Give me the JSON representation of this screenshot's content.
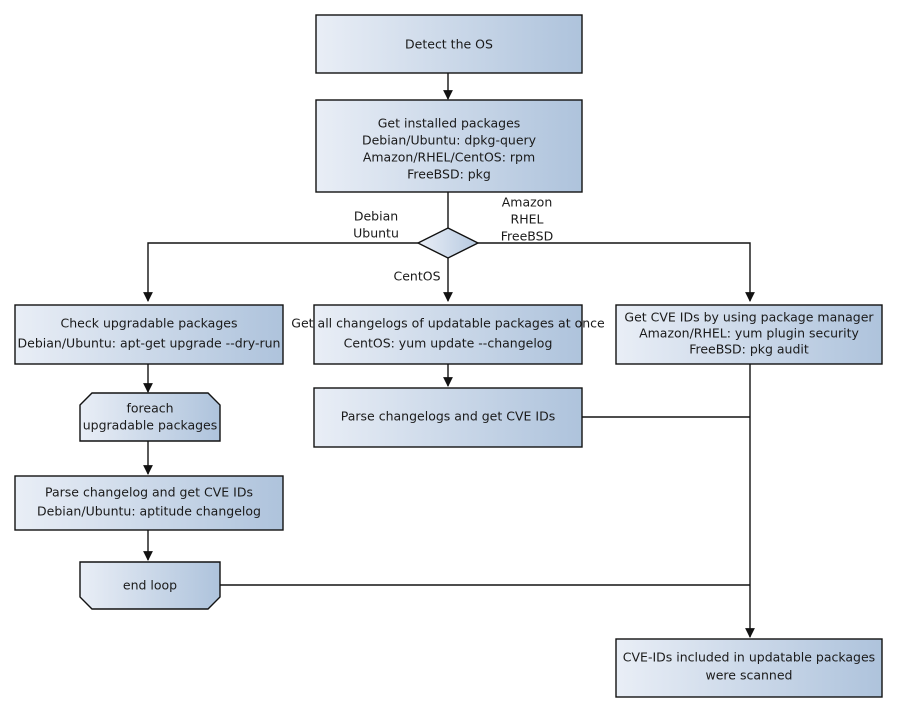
{
  "diagram": {
    "title": "OS package CVE scanning flowchart",
    "colors": {
      "gradient_start": "#e9eef6",
      "gradient_end": "#aec3dc",
      "stroke": "#121212",
      "text": "#1a1a1a",
      "background": "#ffffff"
    },
    "nodes": [
      {
        "id": "detect-os",
        "shape": "process",
        "lines": [
          "Detect the OS"
        ]
      },
      {
        "id": "get-installed-packages",
        "shape": "process",
        "lines": [
          "Get installed packages",
          "Debian/Ubuntu: dpkg-query",
          "Amazon/RHEL/CentOS: rpm",
          "FreeBSD: pkg"
        ]
      },
      {
        "id": "os-decision",
        "shape": "diamond",
        "lines": []
      },
      {
        "id": "check-upgradable-packages",
        "shape": "process",
        "lines": [
          "Check upgradable packages",
          "Debian/Ubuntu: apt-get upgrade --dry-run"
        ]
      },
      {
        "id": "get-all-changelogs",
        "shape": "process",
        "lines": [
          "Get all changelogs of updatable packages at once",
          "CentOS: yum update --changelog"
        ]
      },
      {
        "id": "get-cve-ids-package-manager",
        "shape": "process",
        "lines": [
          "Get CVE IDs by using package manager",
          "Amazon/RHEL: yum plugin security",
          "FreeBSD: pkg audit"
        ]
      },
      {
        "id": "foreach-loop-start",
        "shape": "loop-start",
        "lines": [
          "foreach",
          "upgradable  packages"
        ]
      },
      {
        "id": "parse-changelogs-cve-ids",
        "shape": "process",
        "lines": [
          "Parse changelogs and get CVE IDs"
        ]
      },
      {
        "id": "parse-changelog-cve-ids",
        "shape": "process",
        "lines": [
          "Parse changelog and get  CVE IDs",
          "Debian/Ubuntu: aptitude changelog"
        ]
      },
      {
        "id": "end-loop",
        "shape": "loop-end",
        "lines": [
          "end loop"
        ]
      },
      {
        "id": "scan-complete",
        "shape": "process",
        "lines": [
          "CVE-IDs included in updatable packages",
          "were scanned"
        ]
      }
    ],
    "edge_labels": {
      "debian_branch": [
        "Debian",
        "Ubuntu"
      ],
      "amazon_branch": [
        "Amazon",
        "RHEL",
        "FreeBSD"
      ],
      "centos_branch": [
        "CentOS"
      ]
    }
  }
}
